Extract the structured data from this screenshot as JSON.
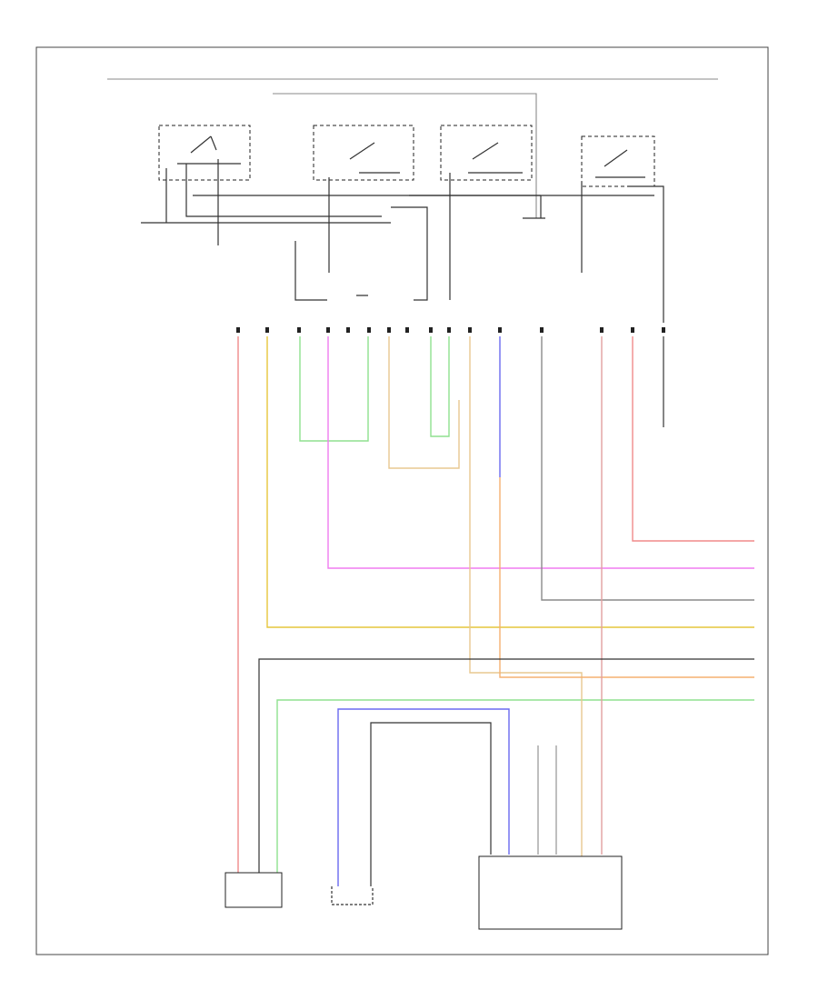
{
  "diagram": {
    "page_id": "",
    "top_source_label": "",
    "fuse_label": "",
    "right_note": "",
    "relays": [
      {
        "id": "relay-1",
        "label": ""
      },
      {
        "id": "relay-2",
        "label": ""
      },
      {
        "id": "relay-3",
        "label": ""
      },
      {
        "id": "relay-4",
        "label": ""
      }
    ],
    "mid_note": "",
    "lower_note": "",
    "components": [
      {
        "id": "fan-motor",
        "label": ""
      },
      {
        "id": "temp-sensor",
        "label": ""
      },
      {
        "id": "ecm",
        "label": ""
      }
    ],
    "bus_labels": [
      {
        "id": "bus-1",
        "label": ""
      },
      {
        "id": "bus-2",
        "label": ""
      },
      {
        "id": "bus-3",
        "label": ""
      },
      {
        "id": "bus-4",
        "label": ""
      },
      {
        "id": "bus-5",
        "label": ""
      },
      {
        "id": "bus-6",
        "label": ""
      },
      {
        "id": "bus-7",
        "label": ""
      }
    ],
    "wire_colors": {
      "red": "#f08a8a",
      "yellow": "#e6c63c",
      "green": "#8fe08f",
      "magenta": "#f07cf0",
      "blue": "#6a6af0",
      "orange": "#f5b070",
      "pink": "#e0a0a0",
      "gray": "#8a8a8a",
      "black": "#333333",
      "tan": "#e8c890"
    }
  }
}
